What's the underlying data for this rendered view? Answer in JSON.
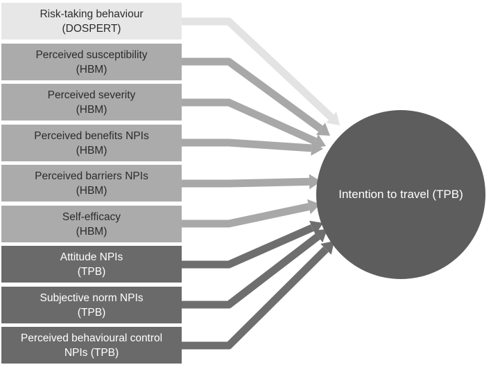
{
  "target": {
    "label": "Intention to travel (TPB)",
    "color": "#5d5d5d",
    "text_color": "#ffffff"
  },
  "constructs": [
    {
      "line1": "Risk-taking behaviour",
      "line2": "(DOSPERT)",
      "fill": "#e7e7e7",
      "text_color": "#2b2b2b",
      "arrow": "#e3e3e3"
    },
    {
      "line1": "Perceived susceptibility",
      "line2": "(HBM)",
      "fill": "#ababab",
      "text_color": "#2b2b2b",
      "arrow": "#a8a8a8"
    },
    {
      "line1": "Perceived severity",
      "line2": "(HBM)",
      "fill": "#ababab",
      "text_color": "#2b2b2b",
      "arrow": "#a8a8a8"
    },
    {
      "line1": "Perceived benefits NPIs",
      "line2": "(HBM)",
      "fill": "#ababab",
      "text_color": "#2b2b2b",
      "arrow": "#a8a8a8"
    },
    {
      "line1": "Perceived barriers NPIs",
      "line2": "(HBM)",
      "fill": "#ababab",
      "text_color": "#2b2b2b",
      "arrow": "#a8a8a8"
    },
    {
      "line1": "Self-efficacy",
      "line2": "(HBM)",
      "fill": "#ababab",
      "text_color": "#2b2b2b",
      "arrow": "#a8a8a8"
    },
    {
      "line1": "Attitude NPIs",
      "line2": "(TPB)",
      "fill": "#6a6a6a",
      "text_color": "#ffffff",
      "arrow": "#6e6e6e"
    },
    {
      "line1": "Subjective norm NPIs",
      "line2": "(TPB)",
      "fill": "#6a6a6a",
      "text_color": "#ffffff",
      "arrow": "#6e6e6e"
    },
    {
      "line1": "Perceived behavioural control",
      "line2": "NPIs (TPB)",
      "fill": "#6a6a6a",
      "text_color": "#ffffff",
      "arrow": "#6e6e6e"
    }
  ]
}
